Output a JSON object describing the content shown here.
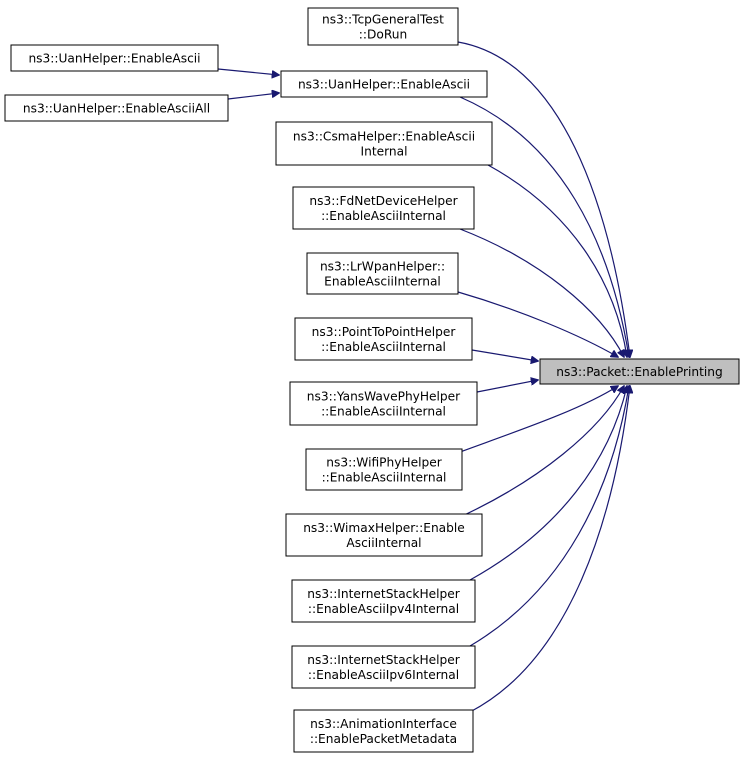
{
  "colors": {
    "edge": "#191970",
    "node_border": "#000000",
    "node_fill": "#ffffff",
    "focus_fill": "#bfbfbf"
  },
  "focus": {
    "lines": [
      "ns3::Packet::EnablePrinting"
    ]
  },
  "nodes": [
    {
      "id": "tcp-general-test-dorun",
      "lines": [
        "ns3::TcpGeneralTest",
        "::DoRun"
      ]
    },
    {
      "id": "uan-helper-enable-ascii-left",
      "lines": [
        "ns3::UanHelper::EnableAscii"
      ]
    },
    {
      "id": "uan-helper-enable-ascii-all",
      "lines": [
        "ns3::UanHelper::EnableAsciiAll"
      ]
    },
    {
      "id": "uan-helper-enable-ascii",
      "lines": [
        "ns3::UanHelper::EnableAscii"
      ]
    },
    {
      "id": "csma-helper-enable-ascii-internal",
      "lines": [
        "ns3::CsmaHelper::EnableAscii",
        "Internal"
      ]
    },
    {
      "id": "fd-net-device-helper-enable-ascii-internal",
      "lines": [
        "ns3::FdNetDeviceHelper",
        "::EnableAsciiInternal"
      ]
    },
    {
      "id": "lr-wpan-helper-enable-ascii-internal",
      "lines": [
        "ns3::LrWpanHelper::",
        "EnableAsciiInternal"
      ]
    },
    {
      "id": "point-to-point-helper-enable-ascii-internal",
      "lines": [
        "ns3::PointToPointHelper",
        "::EnableAsciiInternal"
      ]
    },
    {
      "id": "yans-wave-phy-helper-enable-ascii-internal",
      "lines": [
        "ns3::YansWavePhyHelper",
        "::EnableAsciiInternal"
      ]
    },
    {
      "id": "wifi-phy-helper-enable-ascii-internal",
      "lines": [
        "ns3::WifiPhyHelper",
        "::EnableAsciiInternal"
      ]
    },
    {
      "id": "wimax-helper-enable-ascii-internal",
      "lines": [
        "ns3::WimaxHelper::Enable",
        "AsciiInternal"
      ]
    },
    {
      "id": "internet-stack-helper-enable-ascii-ipv4-internal",
      "lines": [
        "ns3::InternetStackHelper",
        "::EnableAsciiIpv4Internal"
      ]
    },
    {
      "id": "internet-stack-helper-enable-ascii-ipv6-internal",
      "lines": [
        "ns3::InternetStackHelper",
        "::EnableAsciiIpv6Internal"
      ]
    },
    {
      "id": "animation-interface-enable-packet-metadata",
      "lines": [
        "ns3::AnimationInterface",
        "::EnablePacketMetadata"
      ]
    }
  ]
}
